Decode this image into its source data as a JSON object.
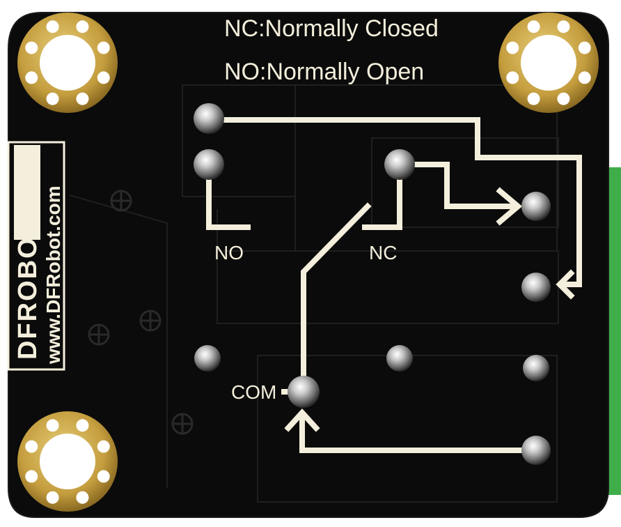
{
  "legend": {
    "nc_line": "NC:Normally Closed",
    "no_line": "NO:Normally Open"
  },
  "labels": {
    "no": "NO",
    "nc": "NC",
    "com": "COM"
  },
  "brand": {
    "logo_text": "DFROBOT",
    "website": "www.DFRobot.com"
  },
  "colors": {
    "board": "#0b0b0b",
    "silkscreen": "#f4efdc",
    "gold": "#c9a84a",
    "connector": "#3fae4a"
  }
}
